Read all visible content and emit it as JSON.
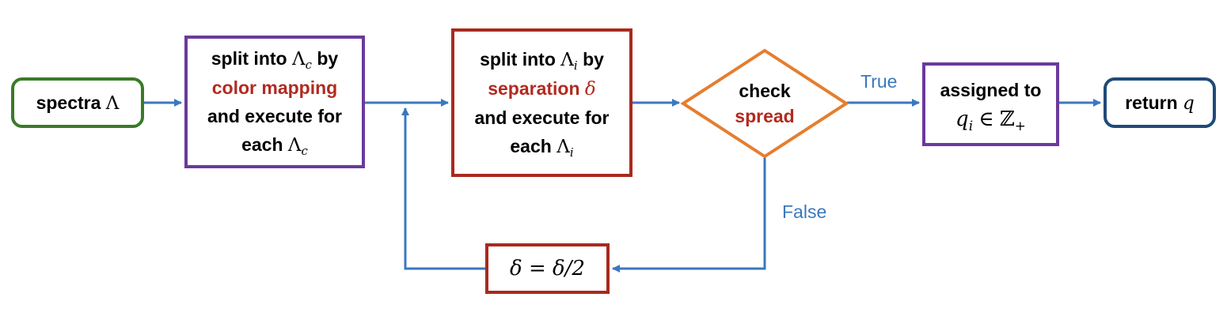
{
  "colors": {
    "arrow": "#3a78bf",
    "accent_red": "#b22a1f",
    "spectra_border": "#3a7a28",
    "purple_border": "#6a3a9c",
    "red_border": "#a82a1e",
    "diamond_border": "#e57e2f",
    "return_border": "#1f4a78"
  },
  "nodes": {
    "spectra": {
      "text": "spectra",
      "symbol": "Λ"
    },
    "color_split": {
      "prefix": "split into",
      "symbol": "Λ",
      "subscript": "c",
      "suffix": "by",
      "highlight": "color mapping",
      "line3": "and execute for",
      "line4_prefix": "each",
      "line4_symbol": "Λ",
      "line4_subscript": "c"
    },
    "separation_split": {
      "prefix": "split into",
      "symbol": "Λ",
      "subscript": "i",
      "suffix": "by",
      "highlight": "separation",
      "highlight_symbol": "δ",
      "line3": "and execute for",
      "line4_prefix": "each",
      "line4_symbol": "Λ",
      "line4_subscript": "i"
    },
    "check": {
      "line1": "check",
      "line2": "spread"
    },
    "assign": {
      "line1": "assigned to",
      "var": "q",
      "subscript": "i",
      "relation": "∈",
      "set": "ℤ",
      "set_sub": "+"
    },
    "return": {
      "text": "return",
      "var": "q"
    },
    "halve": {
      "expression": "δ = δ/2"
    }
  },
  "edge_labels": {
    "true": "True",
    "false": "False"
  }
}
